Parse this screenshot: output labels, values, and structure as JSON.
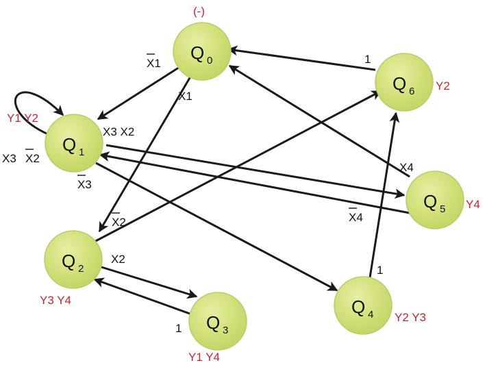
{
  "nodes": [
    {
      "id": "q0",
      "name": "Q",
      "index": "0",
      "output": "(-)"
    },
    {
      "id": "q1",
      "name": "Q",
      "index": "1",
      "output": "Y1 Y2"
    },
    {
      "id": "q2",
      "name": "Q",
      "index": "2",
      "output": "Y3 Y4"
    },
    {
      "id": "q3",
      "name": "Q",
      "index": "3",
      "output": "Y1 Y4"
    },
    {
      "id": "q4",
      "name": "Q",
      "index": "4",
      "output": "Y2 Y3"
    },
    {
      "id": "q5",
      "name": "Q",
      "index": "5",
      "output": "Y4"
    },
    {
      "id": "q6",
      "name": "Q",
      "index": "6",
      "output": "Y2"
    }
  ],
  "edges": [
    {
      "id": "e01",
      "from": "Q0",
      "to": "Q1",
      "label": "X1",
      "negated": true
    },
    {
      "id": "e02",
      "from": "Q0",
      "to": "Q2",
      "label": "X1",
      "negated": false
    },
    {
      "id": "e11",
      "from": "Q1",
      "to": "Q1",
      "label_parts": [
        "X3 ",
        "X2"
      ],
      "negated_part": 1
    },
    {
      "id": "e15",
      "from": "Q1",
      "to": "Q5",
      "label": "X3 X2",
      "negated": false
    },
    {
      "id": "e14",
      "from": "Q1",
      "to": "Q4",
      "label": "X3",
      "negated": true
    },
    {
      "id": "e26",
      "from": "Q2",
      "to": "Q6",
      "label": "X2",
      "negated": true
    },
    {
      "id": "e23",
      "from": "Q2",
      "to": "Q3",
      "label": "X2",
      "negated": false
    },
    {
      "id": "e32",
      "from": "Q3",
      "to": "Q2",
      "label": "1",
      "negated": false
    },
    {
      "id": "e46",
      "from": "Q4",
      "to": "Q6",
      "label": "1",
      "negated": false
    },
    {
      "id": "e50",
      "from": "Q5",
      "to": "Q0",
      "label": "X4",
      "negated": false
    },
    {
      "id": "e51",
      "from": "Q5",
      "to": "Q1",
      "label": "X4",
      "negated": true
    },
    {
      "id": "e60",
      "from": "Q6",
      "to": "Q0",
      "label": "1",
      "negated": false
    }
  ],
  "colors": {
    "node_fill": "#d3e07a",
    "node_stroke": "#b9cc6a",
    "edge": "#1a1a1a",
    "output_label": "#c0282d",
    "label": "#111111"
  }
}
